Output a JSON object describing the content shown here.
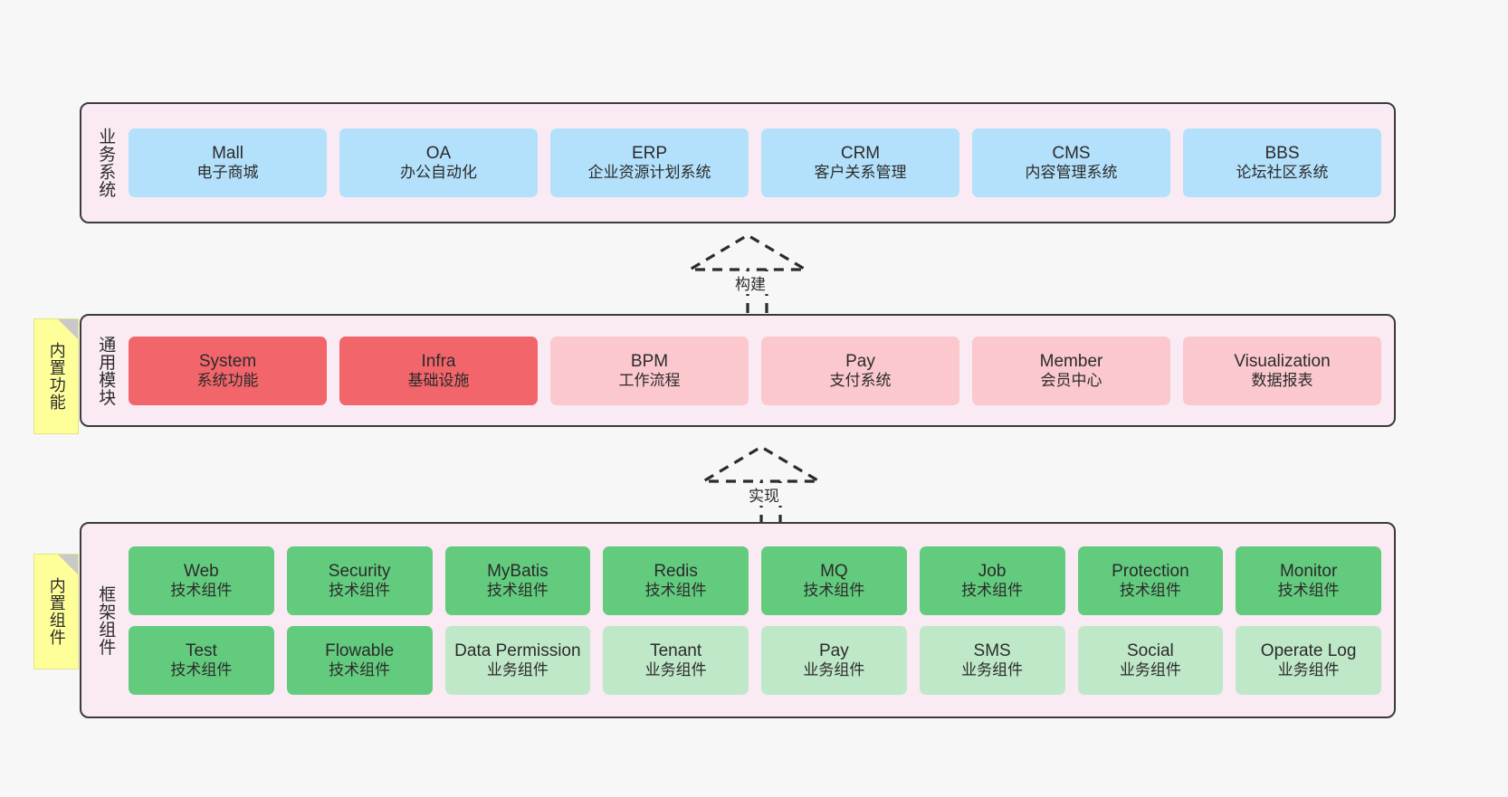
{
  "diagram": {
    "background": "#f7f7f7",
    "layer_bg": "#f9eaf3",
    "layer_border": "#3b3b3b",
    "sticky_bg": "#ffff99"
  },
  "layers": [
    {
      "id": "business-system",
      "title": "业务系统",
      "sticky": null,
      "rows": [
        {
          "cells": [
            {
              "name": "Mall",
              "sub": "电子商城",
              "color": "#b3e0fb",
              "style": "c-blue"
            },
            {
              "name": "OA",
              "sub": "办公自动化",
              "color": "#b3e0fb",
              "style": "c-blue"
            },
            {
              "name": "ERP",
              "sub": "企业资源计划系统",
              "color": "#b3e0fb",
              "style": "c-blue"
            },
            {
              "name": "CRM",
              "sub": "客户关系管理",
              "color": "#b3e0fb",
              "style": "c-blue"
            },
            {
              "name": "CMS",
              "sub": "内容管理系统",
              "color": "#b3e0fb",
              "style": "c-blue"
            },
            {
              "name": "BBS",
              "sub": "论坛社区系统",
              "color": "#b3e0fb",
              "style": "c-blue"
            }
          ]
        }
      ]
    },
    {
      "id": "common-module",
      "title": "通用模块",
      "sticky": "内置功能",
      "rows": [
        {
          "cells": [
            {
              "name": "System",
              "sub": "系统功能",
              "color": "#f2656a",
              "style": "c-red"
            },
            {
              "name": "Infra",
              "sub": "基础设施",
              "color": "#f2656a",
              "style": "c-red"
            },
            {
              "name": "BPM",
              "sub": "工作流程",
              "color": "#fbc8ce",
              "style": "c-pink"
            },
            {
              "name": "Pay",
              "sub": "支付系统",
              "color": "#fbc8ce",
              "style": "c-pink"
            },
            {
              "name": "Member",
              "sub": "会员中心",
              "color": "#fbc8ce",
              "style": "c-pink"
            },
            {
              "name": "Visualization",
              "sub": "数据报表",
              "color": "#fbc8ce",
              "style": "c-pink"
            }
          ]
        }
      ]
    },
    {
      "id": "framework-component",
      "title": "框架组件",
      "sticky": "内置组件",
      "rows": [
        {
          "cells": [
            {
              "name": "Web",
              "sub": "技术组件",
              "color": "#63cb7e",
              "style": "c-green"
            },
            {
              "name": "Security",
              "sub": "技术组件",
              "color": "#63cb7e",
              "style": "c-green"
            },
            {
              "name": "MyBatis",
              "sub": "技术组件",
              "color": "#63cb7e",
              "style": "c-green"
            },
            {
              "name": "Redis",
              "sub": "技术组件",
              "color": "#63cb7e",
              "style": "c-green"
            },
            {
              "name": "MQ",
              "sub": "技术组件",
              "color": "#63cb7e",
              "style": "c-green"
            },
            {
              "name": "Job",
              "sub": "技术组件",
              "color": "#63cb7e",
              "style": "c-green"
            },
            {
              "name": "Protection",
              "sub": "技术组件",
              "color": "#63cb7e",
              "style": "c-green"
            },
            {
              "name": "Monitor",
              "sub": "技术组件",
              "color": "#63cb7e",
              "style": "c-green"
            }
          ]
        },
        {
          "cells": [
            {
              "name": "Test",
              "sub": "技术组件",
              "color": "#63cb7e",
              "style": "c-green"
            },
            {
              "name": "Flowable",
              "sub": "技术组件",
              "color": "#63cb7e",
              "style": "c-green"
            },
            {
              "name": "Data Permission",
              "sub": "业务组件",
              "color": "#bfe8c8",
              "style": "c-lightgreen"
            },
            {
              "name": "Tenant",
              "sub": "业务组件",
              "color": "#bfe8c8",
              "style": "c-lightgreen"
            },
            {
              "name": "Pay",
              "sub": "业务组件",
              "color": "#bfe8c8",
              "style": "c-lightgreen"
            },
            {
              "name": "SMS",
              "sub": "业务组件",
              "color": "#bfe8c8",
              "style": "c-lightgreen"
            },
            {
              "name": "Social",
              "sub": "业务组件",
              "color": "#bfe8c8",
              "style": "c-lightgreen"
            },
            {
              "name": "Operate Log",
              "sub": "业务组件",
              "color": "#bfe8c8",
              "style": "c-lightgreen"
            }
          ]
        }
      ]
    }
  ],
  "connectors": [
    {
      "id": "build",
      "label": "构建",
      "from": "common-module",
      "to": "business-system"
    },
    {
      "id": "implement",
      "label": "实现",
      "from": "framework-component",
      "to": "common-module"
    }
  ]
}
